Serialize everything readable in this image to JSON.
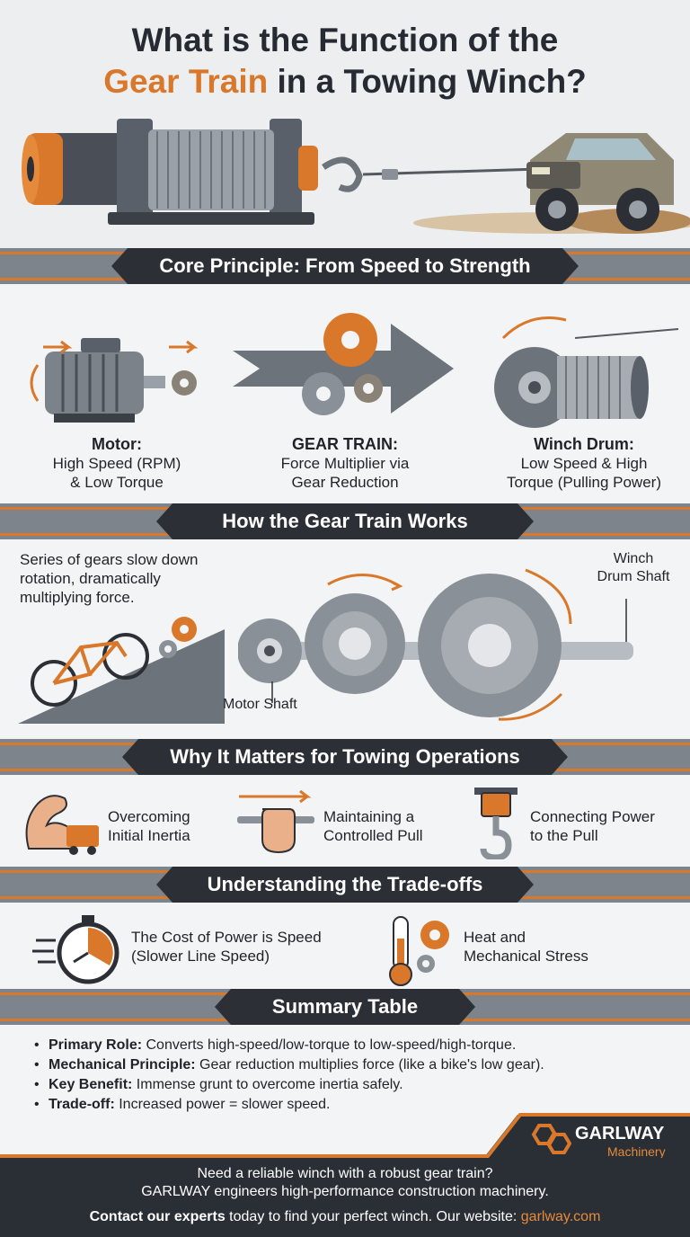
{
  "title": {
    "line1": "What is the Function of the",
    "accent": "Gear Train",
    "rest": " in a Towing Winch?"
  },
  "colors": {
    "accent": "#d9782a",
    "dark": "#2c3036",
    "band": "#7e848c",
    "panel": "#f3f4f5"
  },
  "sections": {
    "core": {
      "heading": "Core Principle: From Speed to Strength",
      "items": [
        {
          "title": "Motor:",
          "line1": "High Speed (RPM)",
          "line2": "& Low Torque",
          "icon": "electric-motor-icon"
        },
        {
          "title": "GEAR TRAIN:",
          "line1": "Force Multiplier via",
          "line2": "Gear Reduction",
          "icon": "gear-arrow-icon"
        },
        {
          "title": "Winch Drum:",
          "line1": "Low Speed & High",
          "line2": "Torque (Pulling Power)",
          "icon": "winch-drum-icon"
        }
      ]
    },
    "how": {
      "heading": "How the Gear Train Works",
      "desc1": "Series of gears slow down",
      "desc2": "rotation, dramatically",
      "desc3": "multiplying force.",
      "motor_shaft": "Motor Shaft",
      "drum_shaft1": "Winch",
      "drum_shaft2": "Drum Shaft"
    },
    "why": {
      "heading": "Why It Matters for Towing Operations",
      "items": [
        {
          "line1": "Overcoming",
          "line2": "Initial Inertia",
          "icon": "flexed-arm-icon"
        },
        {
          "line1": "Maintaining a",
          "line2": "Controlled Pull",
          "icon": "fist-rope-icon"
        },
        {
          "line1": "Connecting Power",
          "line2": "to the Pull",
          "icon": "hook-icon"
        }
      ]
    },
    "trade": {
      "heading": "Understanding the Trade-offs",
      "items": [
        {
          "line1": "The Cost of Power is Speed",
          "line2": "(Slower Line Speed)",
          "icon": "stopwatch-icon"
        },
        {
          "line1": "Heat and",
          "line2": "Mechanical Stress",
          "icon": "thermometer-gear-icon"
        }
      ]
    },
    "summary": {
      "heading": "Summary Table",
      "items": [
        {
          "label": "Primary Role:",
          "text": " Converts high-speed/low-torque to low-speed/high-torque."
        },
        {
          "label": "Mechanical Principle:",
          "text": " Gear reduction multiplies force (like a bike's low gear)."
        },
        {
          "label": "Key Benefit:",
          "text": " Immense grunt to overcome inertia safely."
        },
        {
          "label": "Trade-off:",
          "text": " Increased power = slower speed."
        }
      ]
    }
  },
  "brand": {
    "name": "GARLWAY",
    "sub": "Machinery"
  },
  "footer": {
    "line1": "Need a reliable winch with a robust gear train?",
    "line2": "GARLWAY engineers high-performance construction machinery.",
    "cta_bold": "Contact our experts",
    "cta_text": " today to find your perfect winch. Our website: ",
    "website": "garlway.com"
  }
}
